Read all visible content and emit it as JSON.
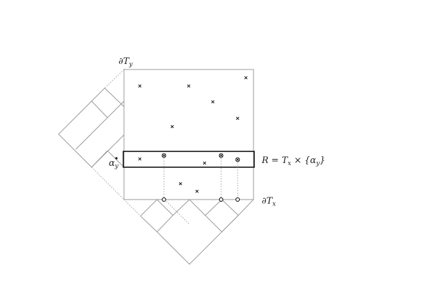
{
  "labels": {
    "boundary_y": {
      "main": "∂T",
      "sub": "y"
    },
    "boundary_x": {
      "main": "∂T",
      "sub": "x"
    },
    "alpha_y": {
      "main": "α",
      "sub": "y"
    },
    "rectangle_formula": {
      "lhs": "R = T",
      "sub_x": "x",
      "times": " × {α",
      "sub_y": "y",
      "close": "}"
    }
  }
}
